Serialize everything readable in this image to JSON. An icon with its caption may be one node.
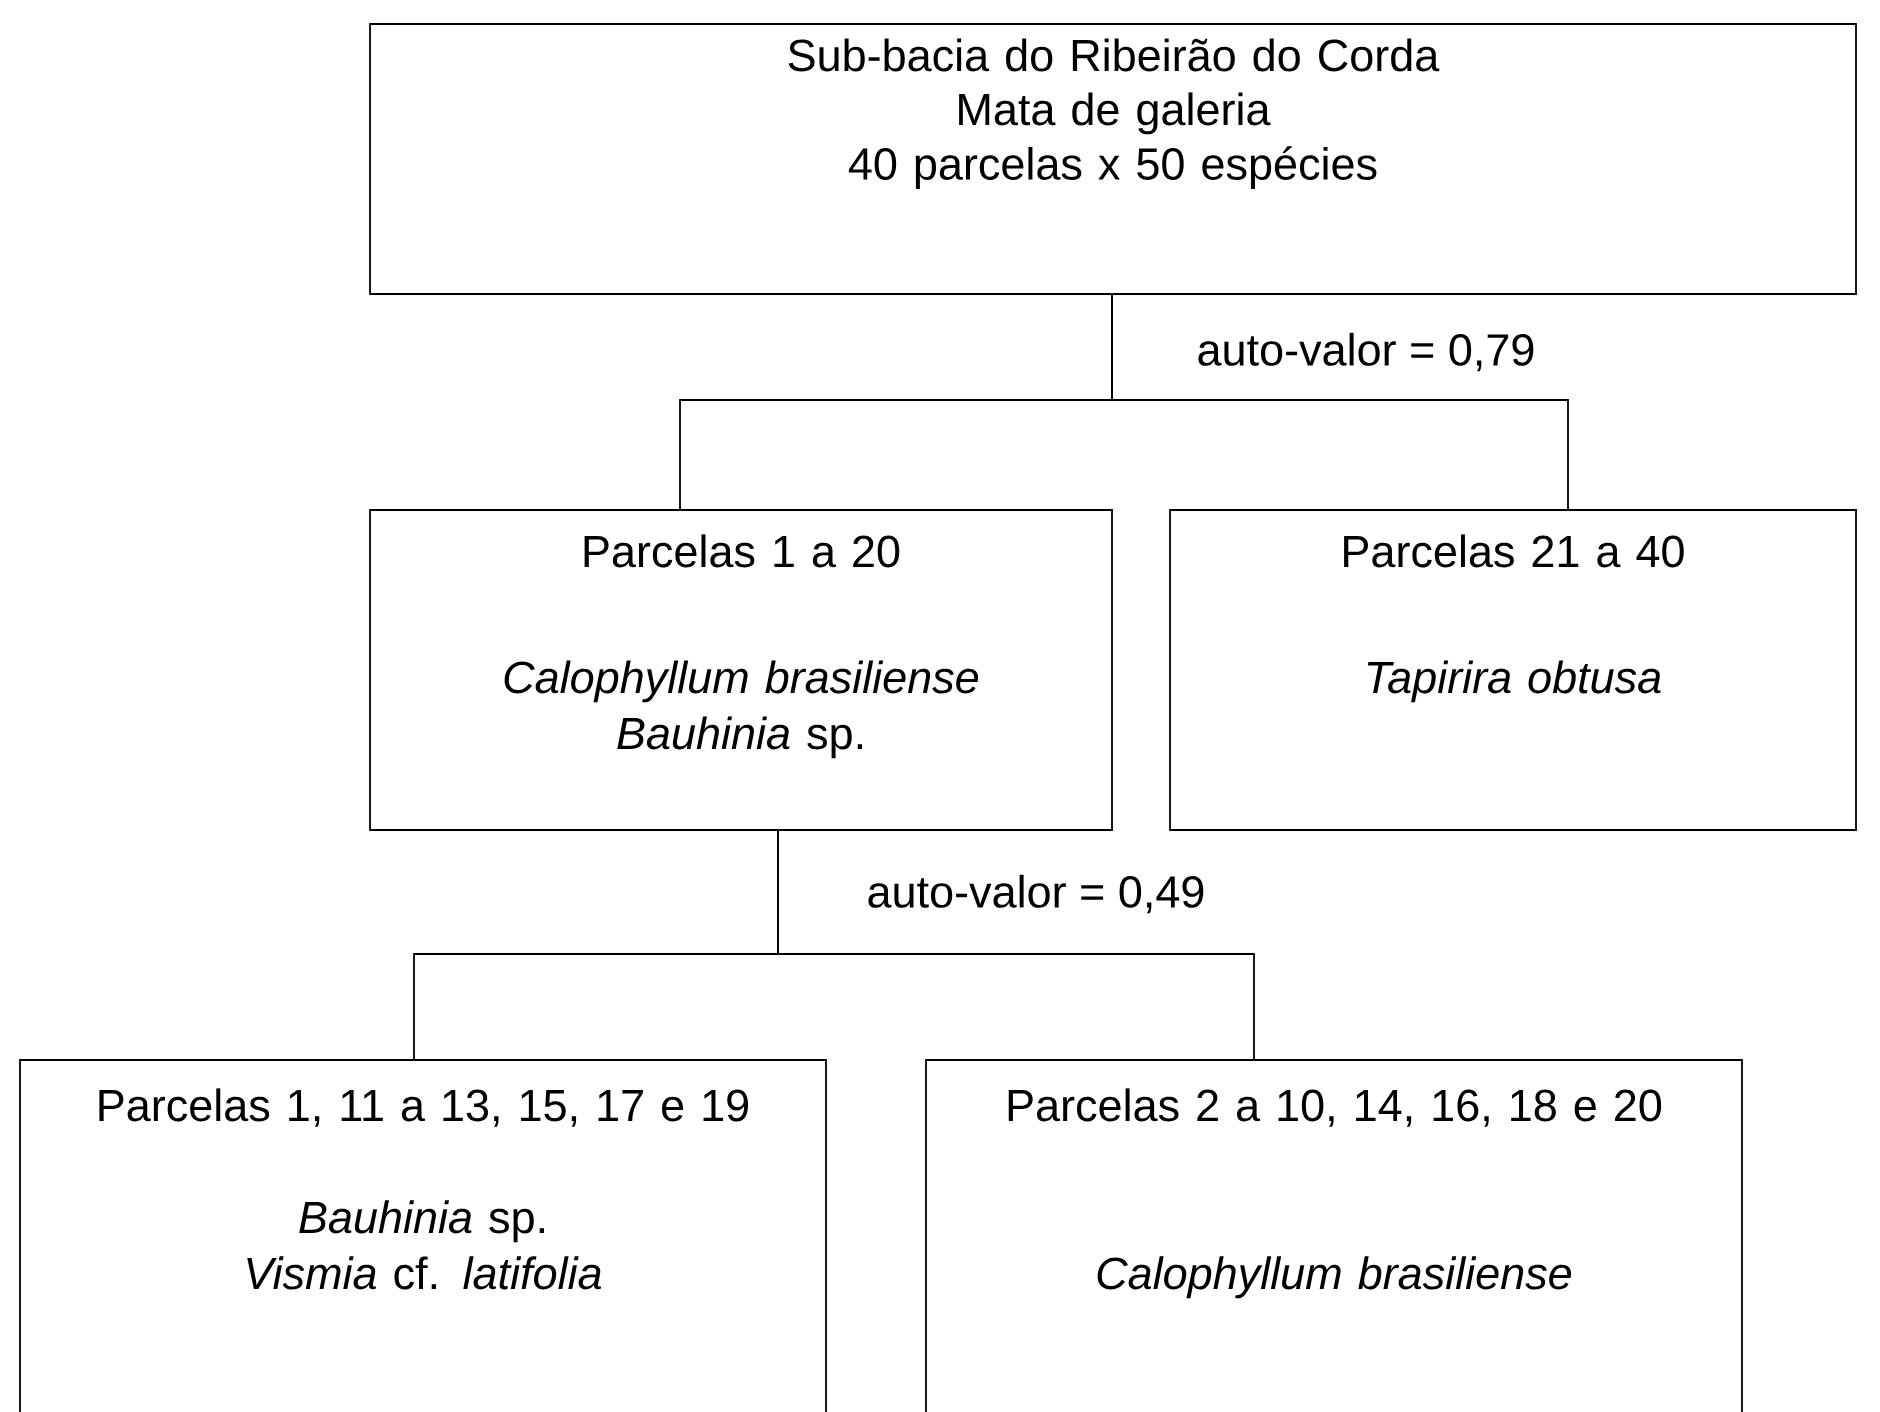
{
  "diagram": {
    "nodes": [
      {
        "text": [
          "Sub-bacia do Ribeirão do Corda",
          "Mata de galeria",
          "40 parcelas x 50 espécies"
        ]
      },
      {
        "text": [
          "Parcelas 1 a 20",
          "*Calophyllum brasiliense*",
          "*Bauhinia* sp."
        ]
      },
      {
        "text": [
          "Parcelas 21 a 40",
          "*Tapirira obtusa*"
        ]
      },
      {
        "text": [
          "Parcelas 1, 11 a 13, 15, 17 e 19",
          "*Bauhinia* sp.",
          "*Vismia* cf. *latifolia*"
        ]
      },
      {
        "text": [
          "Parcelas 2 a 10, 14, 16, 18 e 20",
          "*Calophyllum brasiliense*"
        ]
      }
    ],
    "edges": [
      {
        "from": 0,
        "to": 1,
        "arrow": "none"
      },
      {
        "from": 0,
        "to": 2,
        "arrow": "none",
        "label": "auto-valor = 0,79"
      },
      {
        "from": 1,
        "to": 3,
        "arrow": "none"
      },
      {
        "from": 1,
        "to": 4,
        "arrow": "none",
        "label": "auto-valor = 0,49"
      }
    ]
  }
}
